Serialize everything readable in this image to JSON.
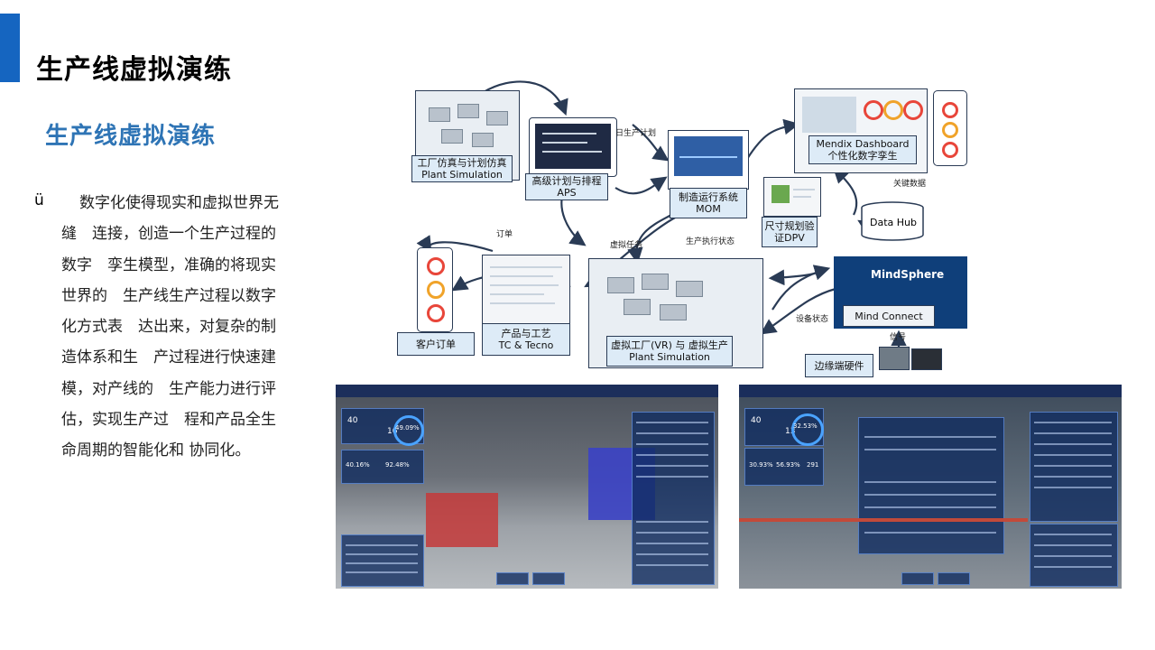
{
  "slide": {
    "title": "生产线虚拟演练",
    "subtitle": "生产线虚拟演练",
    "bullet_marker": "ü",
    "body_lines": [
      "数字化使得现实和虚拟世界无",
      "缝　连接，创造一个生产过程的",
      "数字　孪生模型，准确的将现实",
      "世界的　生产线生产过程以数字",
      "化方式表　达出来，对复杂的制",
      "造体系和生　产过程进行快速建",
      "模，对产线的　生产能力进行评",
      "估，实现生产过　程和产品全生",
      "命周期的智能化和 协同化。"
    ]
  },
  "diagram": {
    "nodes": {
      "factory_sim": [
        "工厂仿真与计划仿真",
        "Plant Simulation"
      ],
      "aps": [
        "高级计划与排程",
        "APS"
      ],
      "mom": [
        "制造运行系统",
        "MOM"
      ],
      "mendix": [
        "Mendix Dashboard",
        "个性化数字孪生"
      ],
      "dpv": [
        "尺寸规划验",
        "证DPV"
      ],
      "data_hub": "Data Hub",
      "customer_order": "客户订单",
      "product_process": [
        "产品与工艺",
        "TC & Tecno"
      ],
      "vr_factory": [
        "虚拟工厂(VR) 与 虚拟生产",
        "Plant Simulation"
      ],
      "mindsphere": "MindSphere",
      "mind_connect": "Mind Connect",
      "edge_hw": "边缘端硬件"
    },
    "flow_labels": {
      "daily_plan": "日生产计划",
      "order": "订单",
      "virtual_task": "虚拟任务",
      "prod_status": "生产执行状态",
      "device_status": "设备状态",
      "key_data": "关键数据",
      "signal": "信号"
    }
  },
  "screenshots": {
    "shot1": {
      "kpis": [
        "40",
        "16",
        "49.09%",
        "40.16%",
        "92.48%"
      ]
    },
    "shot2": {
      "kpis": [
        "40",
        "13",
        "32.53%",
        "30.93%",
        "56.93%",
        "291"
      ]
    }
  }
}
